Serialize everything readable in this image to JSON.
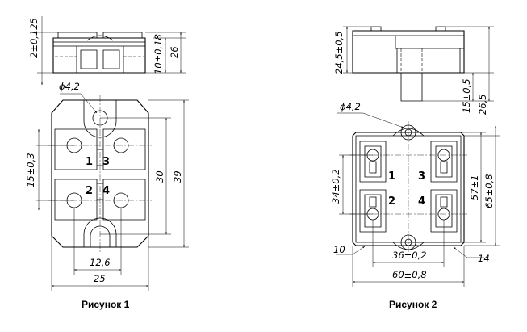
{
  "figure1": {
    "caption": "Рисунок 1",
    "dims": {
      "height_thin": "2±0,125",
      "height_body": "10±0,18",
      "height_total": "26",
      "hole_dia": "ϕ4,2",
      "pin_pitch": "15±0,3",
      "length_inner": "30",
      "length_total": "39",
      "spacing": "12,6",
      "width": "25"
    },
    "pins": [
      "1",
      "2",
      "3",
      "4"
    ]
  },
  "figure2": {
    "caption": "Рисунок 2",
    "dims": {
      "height_body": "24,5±0,5",
      "base": "15±0,5",
      "height_total": "26,5",
      "hole_dia": "ϕ4,2",
      "pin_pitch": "34±0,2",
      "length_inner": "57±1",
      "length_total": "65±0,8",
      "left_margin": "10",
      "hole_spacing": "36±0,2",
      "right_margin": "14",
      "width": "60±0,8"
    },
    "pins": [
      "1",
      "2",
      "3",
      "4"
    ]
  }
}
